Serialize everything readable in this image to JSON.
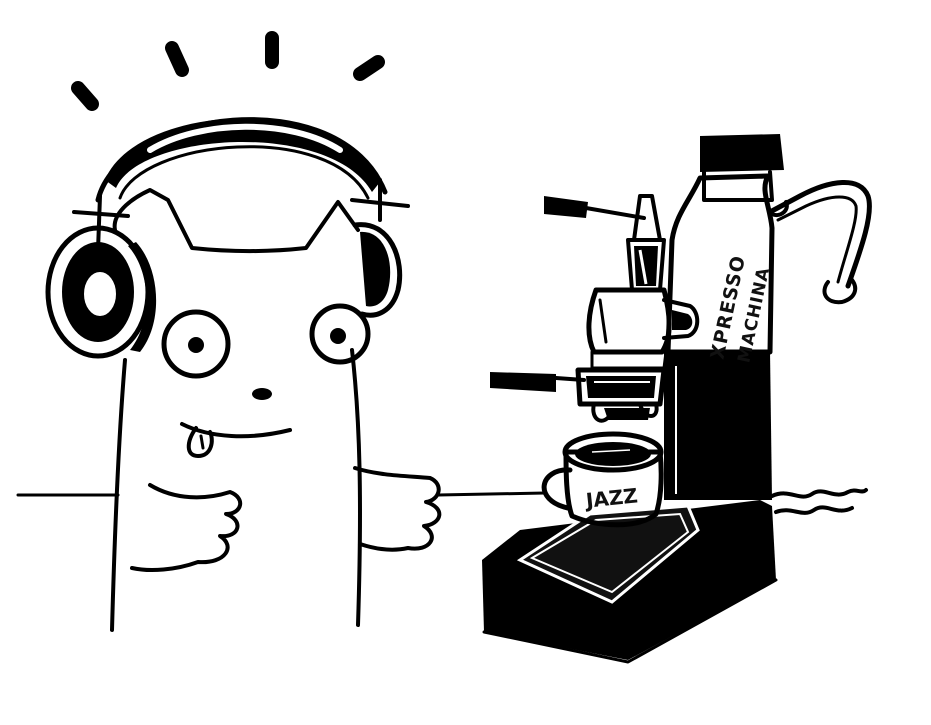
{
  "illustration": {
    "machine_label_line1": "XPRESSO",
    "machine_label_line2": "MACHINA",
    "cup_label": "JAZZ"
  },
  "colors": {
    "ink": "#000000",
    "paper": "#ffffff"
  }
}
